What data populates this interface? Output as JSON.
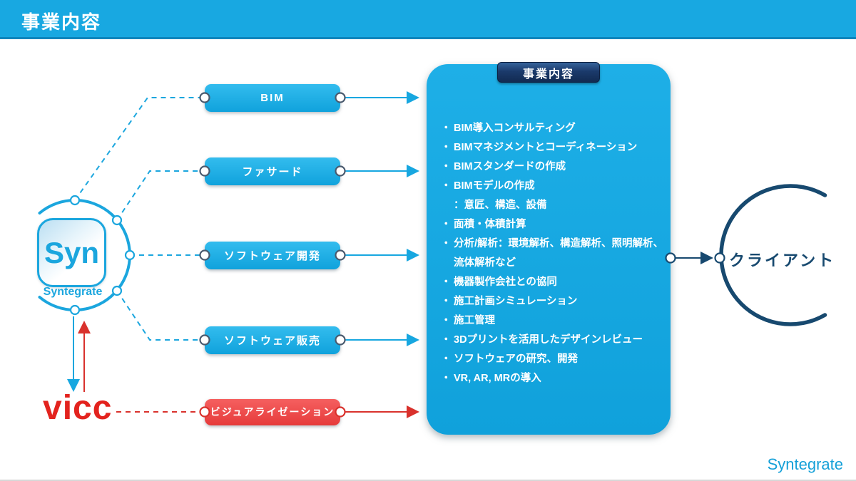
{
  "header": {
    "title": "事業内容"
  },
  "colors": {
    "accent_cyan": "#18a8e1",
    "navy": "#17496f",
    "badge_navy": "#1b3a6b",
    "red": "#e63a3a",
    "vicc_red": "#e3231e"
  },
  "logo": {
    "mark": "Syn",
    "name": "Syntegrate"
  },
  "sources": {
    "buttons": [
      {
        "label": "BIM"
      },
      {
        "label": "ファサード"
      },
      {
        "label": "ソフトウェア開発"
      },
      {
        "label": "ソフトウェア販売"
      },
      {
        "label": "ビジュアライゼーション"
      }
    ]
  },
  "vicc": {
    "label": "vicc"
  },
  "panel": {
    "badge": "事業内容",
    "items": [
      {
        "b": "・",
        "t": "BIM導入コンサルティング"
      },
      {
        "b": "・",
        "t": "BIMマネジメントとコーディネーション"
      },
      {
        "b": "・",
        "t": "BIMスタンダードの作成"
      },
      {
        "b": "・",
        "t": "BIMモデルの作成"
      },
      {
        "b": "",
        "t": "：意匠、構造、設備"
      },
      {
        "b": "・",
        "t": "面積・体積計算"
      },
      {
        "b": "・",
        "t": "分析/解析：環境解析、構造解析、照明解析、"
      },
      {
        "b": "",
        "t": "流体解析など"
      },
      {
        "b": "・",
        "t": "機器製作会社との協同"
      },
      {
        "b": "・",
        "t": "施工計画シミュレーション"
      },
      {
        "b": "・",
        "t": "施工管理"
      },
      {
        "b": "・",
        "t": "3Dプリントを活用したデザインレビュー"
      },
      {
        "b": "・",
        "t": "ソフトウェアの研究、開発"
      },
      {
        "b": "・",
        "t": "VR, AR, MRの導入"
      }
    ]
  },
  "client": {
    "label": "クライアント"
  },
  "footer": {
    "brand": "Syntegrate"
  }
}
